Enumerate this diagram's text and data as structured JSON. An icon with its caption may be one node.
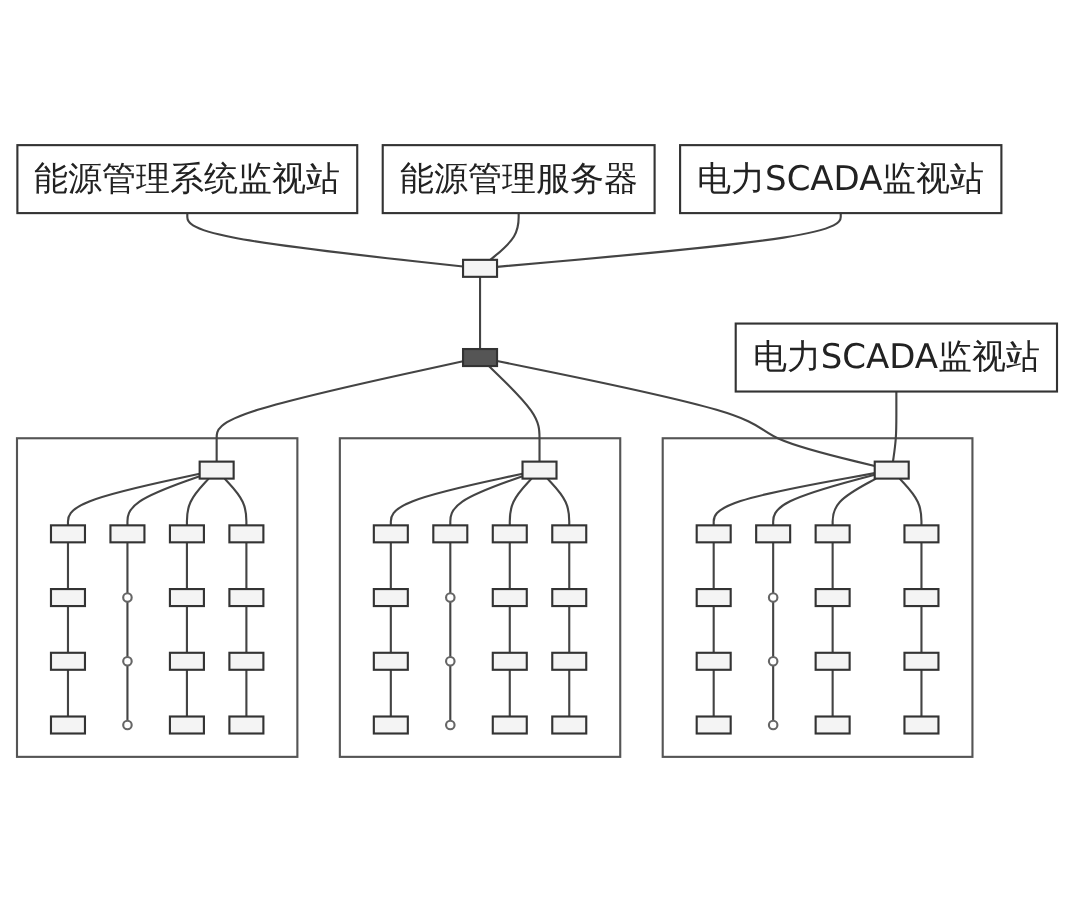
{
  "diagram": {
    "nodes": [
      {
        "text": [
          "能源管理系统监视站"
        ]
      },
      {
        "text": [
          "能源管理服务器"
        ]
      },
      {
        "text": [
          "电力SCADA监视站"
        ]
      },
      {
        "text": [],
        "shape": "box"
      },
      {
        "text": [],
        "shape": "bar"
      },
      {
        "text": [
          "电力SCADA监视站"
        ]
      },
      {
        "text": [],
        "shape": "box"
      },
      {
        "text": [],
        "shape": "box",
        "in": 6
      },
      {
        "text": [],
        "shape": "box",
        "in": 6
      },
      {
        "text": [],
        "shape": "box",
        "in": 6
      },
      {
        "text": [],
        "shape": "box",
        "in": 6
      },
      {
        "text": [],
        "shape": "box",
        "in": 6
      },
      {
        "text": [],
        "shape": "box",
        "in": 6
      },
      {
        "text": [],
        "shape": "box",
        "in": 6
      },
      {
        "text": [],
        "shape": "box",
        "in": 6
      },
      {
        "text": [],
        "shape": "circle",
        "in": 6
      },
      {
        "text": [],
        "shape": "circle",
        "in": 6
      },
      {
        "text": [],
        "shape": "circle",
        "in": 6
      },
      {
        "text": [],
        "shape": "box",
        "in": 6
      },
      {
        "text": [],
        "shape": "box",
        "in": 6
      },
      {
        "text": [],
        "shape": "box",
        "in": 6
      },
      {
        "text": [],
        "shape": "box",
        "in": 6
      },
      {
        "text": [],
        "shape": "box",
        "in": 6
      },
      {
        "text": [],
        "shape": "box",
        "in": 6
      },
      {
        "text": [],
        "shape": "box"
      },
      {
        "text": [],
        "shape": "box",
        "in": 24
      },
      {
        "text": [],
        "shape": "box",
        "in": 24
      },
      {
        "text": [],
        "shape": "box",
        "in": 24
      },
      {
        "text": [],
        "shape": "box",
        "in": 24
      },
      {
        "text": [],
        "shape": "box",
        "in": 24
      },
      {
        "text": [],
        "shape": "box",
        "in": 24
      },
      {
        "text": [],
        "shape": "box",
        "in": 24
      },
      {
        "text": [],
        "shape": "box",
        "in": 24
      },
      {
        "text": [],
        "shape": "circle",
        "in": 24
      },
      {
        "text": [],
        "shape": "circle",
        "in": 24
      },
      {
        "text": [],
        "shape": "circle",
        "in": 24
      },
      {
        "text": [],
        "shape": "box",
        "in": 24
      },
      {
        "text": [],
        "shape": "box",
        "in": 24
      },
      {
        "text": [],
        "shape": "box",
        "in": 24
      },
      {
        "text": [],
        "shape": "box",
        "in": 24
      },
      {
        "text": [],
        "shape": "box",
        "in": 24
      },
      {
        "text": [],
        "shape": "box",
        "in": 24
      },
      {
        "text": [],
        "shape": "box"
      },
      {
        "text": [],
        "shape": "box",
        "in": 42
      },
      {
        "text": [],
        "shape": "box",
        "in": 42
      },
      {
        "text": [],
        "shape": "box",
        "in": 42
      },
      {
        "text": [],
        "shape": "box",
        "in": 42
      },
      {
        "text": [],
        "shape": "box",
        "in": 42
      },
      {
        "text": [],
        "shape": "box",
        "in": 42
      },
      {
        "text": [],
        "shape": "box",
        "in": 42
      },
      {
        "text": [],
        "shape": "box",
        "in": 42
      },
      {
        "text": [],
        "shape": "circle",
        "in": 42
      },
      {
        "text": [],
        "shape": "circle",
        "in": 42
      },
      {
        "text": [],
        "shape": "circle",
        "in": 42
      },
      {
        "text": [],
        "shape": "box",
        "in": 42
      },
      {
        "text": [],
        "shape": "box",
        "in": 42
      },
      {
        "text": [],
        "shape": "box",
        "in": 42
      },
      {
        "text": [],
        "shape": "box",
        "in": 42
      },
      {
        "text": [],
        "shape": "box",
        "in": 42
      },
      {
        "text": [],
        "shape": "box",
        "in": 42
      }
    ],
    "edges": [
      {
        "from": 0,
        "to": 3,
        "arrow": "none"
      },
      {
        "from": 1,
        "to": 3,
        "arrow": "none"
      },
      {
        "from": 2,
        "to": 3,
        "arrow": "none"
      },
      {
        "from": 3,
        "to": 4,
        "arrow": "none"
      },
      {
        "from": 4,
        "to": 7,
        "arrow": "none"
      },
      {
        "from": 4,
        "to": 25,
        "arrow": "none"
      },
      {
        "from": 4,
        "to": 43,
        "arrow": "none"
      },
      {
        "from": 5,
        "to": 7,
        "arrow": "none"
      },
      {
        "from": 7,
        "to": 8,
        "arrow": "none"
      },
      {
        "from": 7,
        "to": 9,
        "arrow": "none"
      },
      {
        "from": 7,
        "to": 10,
        "arrow": "none"
      },
      {
        "from": 7,
        "to": 11,
        "arrow": "none"
      },
      {
        "from": 8,
        "to": 12,
        "arrow": "none"
      },
      {
        "from": 12,
        "to": 13,
        "arrow": "none"
      },
      {
        "from": 13,
        "to": 14,
        "arrow": "none"
      },
      {
        "from": 9,
        "to": 15,
        "arrow": "none"
      },
      {
        "from": 15,
        "to": 16,
        "arrow": "none"
      },
      {
        "from": 16,
        "to": 17,
        "arrow": "none"
      },
      {
        "from": 10,
        "to": 18,
        "arrow": "none"
      },
      {
        "from": 18,
        "to": 19,
        "arrow": "none"
      },
      {
        "from": 19,
        "to": 20,
        "arrow": "none"
      },
      {
        "from": 11,
        "to": 21,
        "arrow": "none"
      },
      {
        "from": 21,
        "to": 22,
        "arrow": "none"
      },
      {
        "from": 22,
        "to": 23,
        "arrow": "none"
      },
      {
        "from": 25,
        "to": 26,
        "arrow": "none"
      },
      {
        "from": 25,
        "to": 27,
        "arrow": "none"
      },
      {
        "from": 25,
        "to": 28,
        "arrow": "none"
      },
      {
        "from": 25,
        "to": 29,
        "arrow": "none"
      },
      {
        "from": 26,
        "to": 30,
        "arrow": "none"
      },
      {
        "from": 30,
        "to": 31,
        "arrow": "none"
      },
      {
        "from": 31,
        "to": 32,
        "arrow": "none"
      },
      {
        "from": 27,
        "to": 33,
        "arrow": "none"
      },
      {
        "from": 33,
        "to": 34,
        "arrow": "none"
      },
      {
        "from": 34,
        "to": 35,
        "arrow": "none"
      },
      {
        "from": 28,
        "to": 36,
        "arrow": "none"
      },
      {
        "from": 36,
        "to": 37,
        "arrow": "none"
      },
      {
        "from": 37,
        "to": 38,
        "arrow": "none"
      },
      {
        "from": 29,
        "to": 39,
        "arrow": "none"
      },
      {
        "from": 39,
        "to": 40,
        "arrow": "none"
      },
      {
        "from": 40,
        "to": 41,
        "arrow": "none"
      },
      {
        "from": 43,
        "to": 44,
        "arrow": "none"
      },
      {
        "from": 43,
        "to": 45,
        "arrow": "none"
      },
      {
        "from": 43,
        "to": 46,
        "arrow": "none"
      },
      {
        "from": 43,
        "to": 47,
        "arrow": "none"
      },
      {
        "from": 44,
        "to": 48,
        "arrow": "none"
      },
      {
        "from": 48,
        "to": 49,
        "arrow": "none"
      },
      {
        "from": 49,
        "to": 50,
        "arrow": "none"
      },
      {
        "from": 45,
        "to": 51,
        "arrow": "none"
      },
      {
        "from": 51,
        "to": 52,
        "arrow": "none"
      },
      {
        "from": 52,
        "to": 53,
        "arrow": "none"
      },
      {
        "from": 46,
        "to": 54,
        "arrow": "none"
      },
      {
        "from": 54,
        "to": 55,
        "arrow": "none"
      },
      {
        "from": 55,
        "to": 56,
        "arrow": "none"
      },
      {
        "from": 47,
        "to": 57,
        "arrow": "none"
      },
      {
        "from": 57,
        "to": 58,
        "arrow": "none"
      },
      {
        "from": 58,
        "to": 59,
        "arrow": "none"
      }
    ]
  }
}
